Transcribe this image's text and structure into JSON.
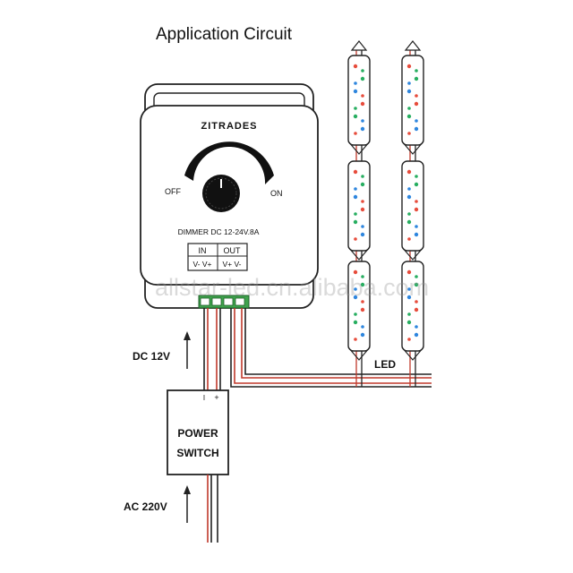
{
  "title": "Application Circuit",
  "dimmer": {
    "brand": "ZITRADES",
    "off_label": "OFF",
    "on_label": "ON",
    "spec": "DIMMER DC 12-24V.8A",
    "in_label": "IN",
    "out_label": "OUT",
    "in_terminals": "V- V+",
    "out_terminals": "V+ V-"
  },
  "labels": {
    "dc": "DC 12V",
    "led": "LED",
    "ac": "AC 220V"
  },
  "power_switch": {
    "line1": "POWER",
    "line2": "SWITCH",
    "minus": "I",
    "plus": "+"
  },
  "watermark": "allstar-led.cn.alibaba.com",
  "colors": {
    "wire_red": "#c0392b",
    "wire_black": "#222222",
    "terminal_green": "#3fa34d",
    "led_red": "#e74c3c",
    "led_green": "#27ae60",
    "led_blue": "#2e86de"
  }
}
